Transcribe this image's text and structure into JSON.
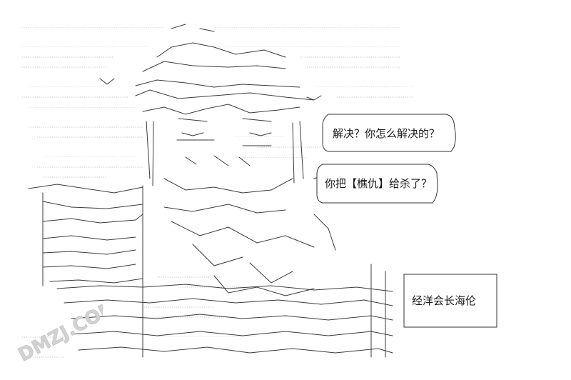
{
  "speech": {
    "bubble_1": "解决？你怎么解决的？",
    "bubble_2": "你把【樵仇】给杀了？",
    "caption": "经洋会长海伦"
  },
  "watermark": {
    "text": "DMZJ.COM",
    "icon": "dmzj-logo-icon",
    "color": "#c7c7c7"
  }
}
